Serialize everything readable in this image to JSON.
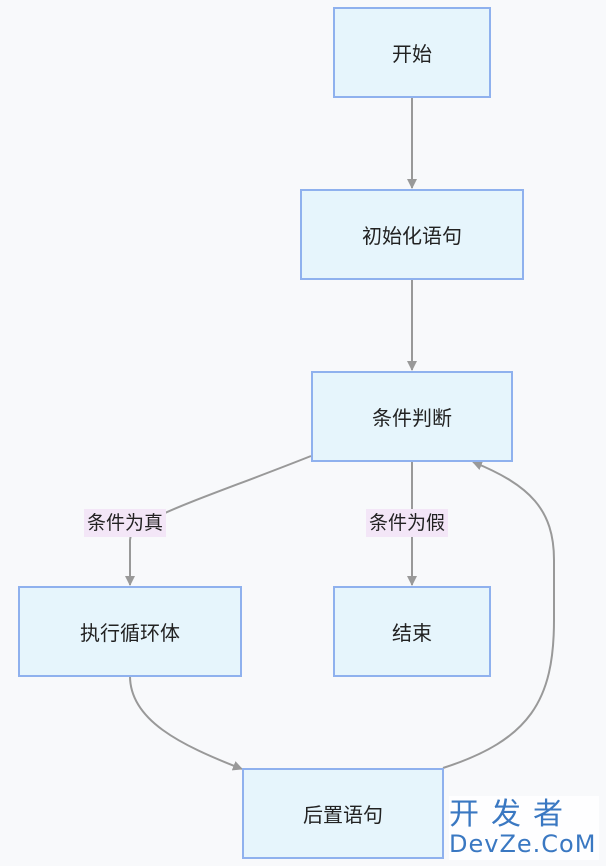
{
  "diagram": {
    "nodes": {
      "start": "开始",
      "init": "初始化语句",
      "condition": "条件判断",
      "body": "执行循环体",
      "end": "结束",
      "post": "后置语句"
    },
    "edge_labels": {
      "true": "条件为真",
      "false": "条件为假"
    },
    "colors": {
      "node_fill": "#e6f5fc",
      "node_border": "#8fb1ee",
      "edge": "#999999",
      "label_bg": "#f3e6f7",
      "background": "#f8f9fb"
    }
  },
  "watermark": {
    "cn": "开发者",
    "en": "DevZe.CoM"
  }
}
